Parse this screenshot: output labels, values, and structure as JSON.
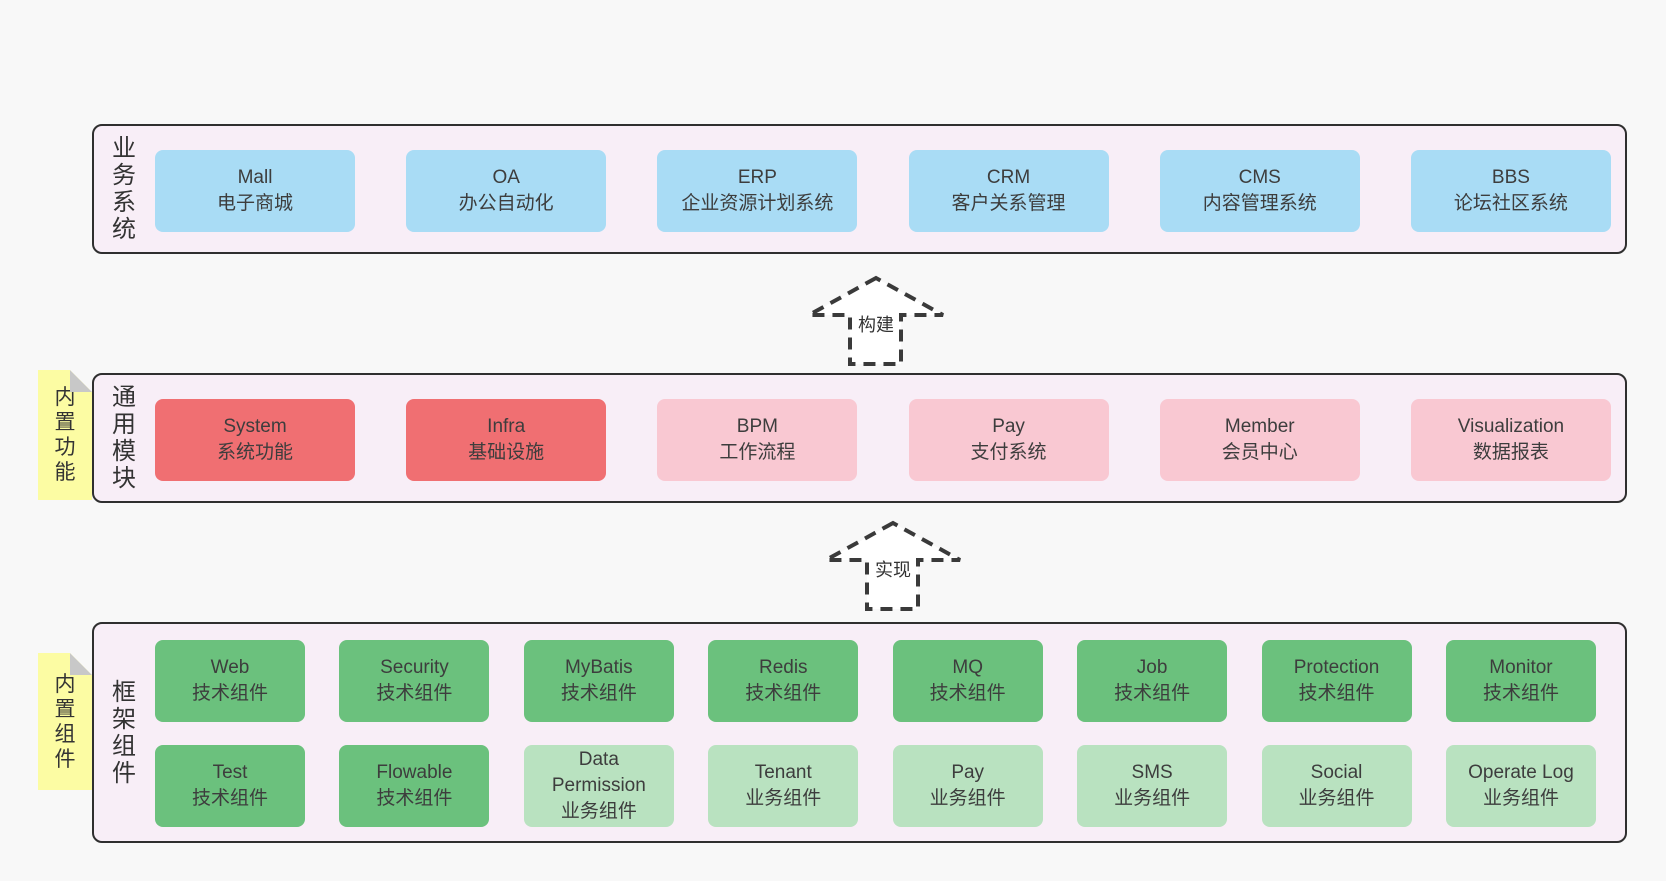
{
  "colors": {
    "page_bg": "#f8f8f8",
    "container_bg": "#f8eef7",
    "container_border": "#2f2f2f",
    "blue": "#a9dcf5",
    "red": "#f06f72",
    "pink": "#f9c8d2",
    "green": "#6bc17d",
    "green_light": "#b9e2c0",
    "note_bg": "#fcfca3",
    "note_fold": "#c8c8c8",
    "arrow_stroke": "#3a3a3a",
    "text": "#3d3d3d",
    "label_text": "#333333"
  },
  "sections": [
    {
      "id": "business-systems",
      "label": "业务系统",
      "note": null,
      "rows": [
        [
          {
            "en": "Mall",
            "zh": "电子商城",
            "color": "blue"
          },
          {
            "en": "OA",
            "zh": "办公自动化",
            "color": "blue"
          },
          {
            "en": "ERP",
            "zh": "企业资源计划系统",
            "color": "blue"
          },
          {
            "en": "CRM",
            "zh": "客户关系管理",
            "color": "blue"
          },
          {
            "en": "CMS",
            "zh": "内容管理系统",
            "color": "blue"
          },
          {
            "en": "BBS",
            "zh": "论坛社区系统",
            "color": "blue"
          }
        ]
      ]
    },
    {
      "id": "common-modules",
      "label": "通用模块",
      "note": "内置功能",
      "rows": [
        [
          {
            "en": "System",
            "zh": "系统功能",
            "color": "red"
          },
          {
            "en": "Infra",
            "zh": "基础设施",
            "color": "red"
          },
          {
            "en": "BPM",
            "zh": "工作流程",
            "color": "pink"
          },
          {
            "en": "Pay",
            "zh": "支付系统",
            "color": "pink"
          },
          {
            "en": "Member",
            "zh": "会员中心",
            "color": "pink"
          },
          {
            "en": "Visualization",
            "zh": "数据报表",
            "color": "pink"
          }
        ]
      ]
    },
    {
      "id": "framework-components",
      "label": "框架组件",
      "note": "内置组件",
      "rows": [
        [
          {
            "en": "Web",
            "zh": "技术组件",
            "color": "green"
          },
          {
            "en": "Security",
            "zh": "技术组件",
            "color": "green"
          },
          {
            "en": "MyBatis",
            "zh": "技术组件",
            "color": "green"
          },
          {
            "en": "Redis",
            "zh": "技术组件",
            "color": "green"
          },
          {
            "en": "MQ",
            "zh": "技术组件",
            "color": "green"
          },
          {
            "en": "Job",
            "zh": "技术组件",
            "color": "green"
          },
          {
            "en": "Protection",
            "zh": "技术组件",
            "color": "green"
          },
          {
            "en": "Monitor",
            "zh": "技术组件",
            "color": "green"
          }
        ],
        [
          {
            "en": "Test",
            "zh": "技术组件",
            "color": "green"
          },
          {
            "en": "Flowable",
            "zh": "技术组件",
            "color": "green"
          },
          {
            "en": "Data Permission",
            "zh": "业务组件",
            "color": "green_light"
          },
          {
            "en": "Tenant",
            "zh": "业务组件",
            "color": "green_light"
          },
          {
            "en": "Pay",
            "zh": "业务组件",
            "color": "green_light"
          },
          {
            "en": "SMS",
            "zh": "业务组件",
            "color": "green_light"
          },
          {
            "en": "Social",
            "zh": "业务组件",
            "color": "green_light"
          },
          {
            "en": "Operate Log",
            "zh": "业务组件",
            "color": "green_light"
          }
        ]
      ]
    }
  ],
  "arrows": [
    {
      "label": "构建"
    },
    {
      "label": "实现"
    }
  ]
}
